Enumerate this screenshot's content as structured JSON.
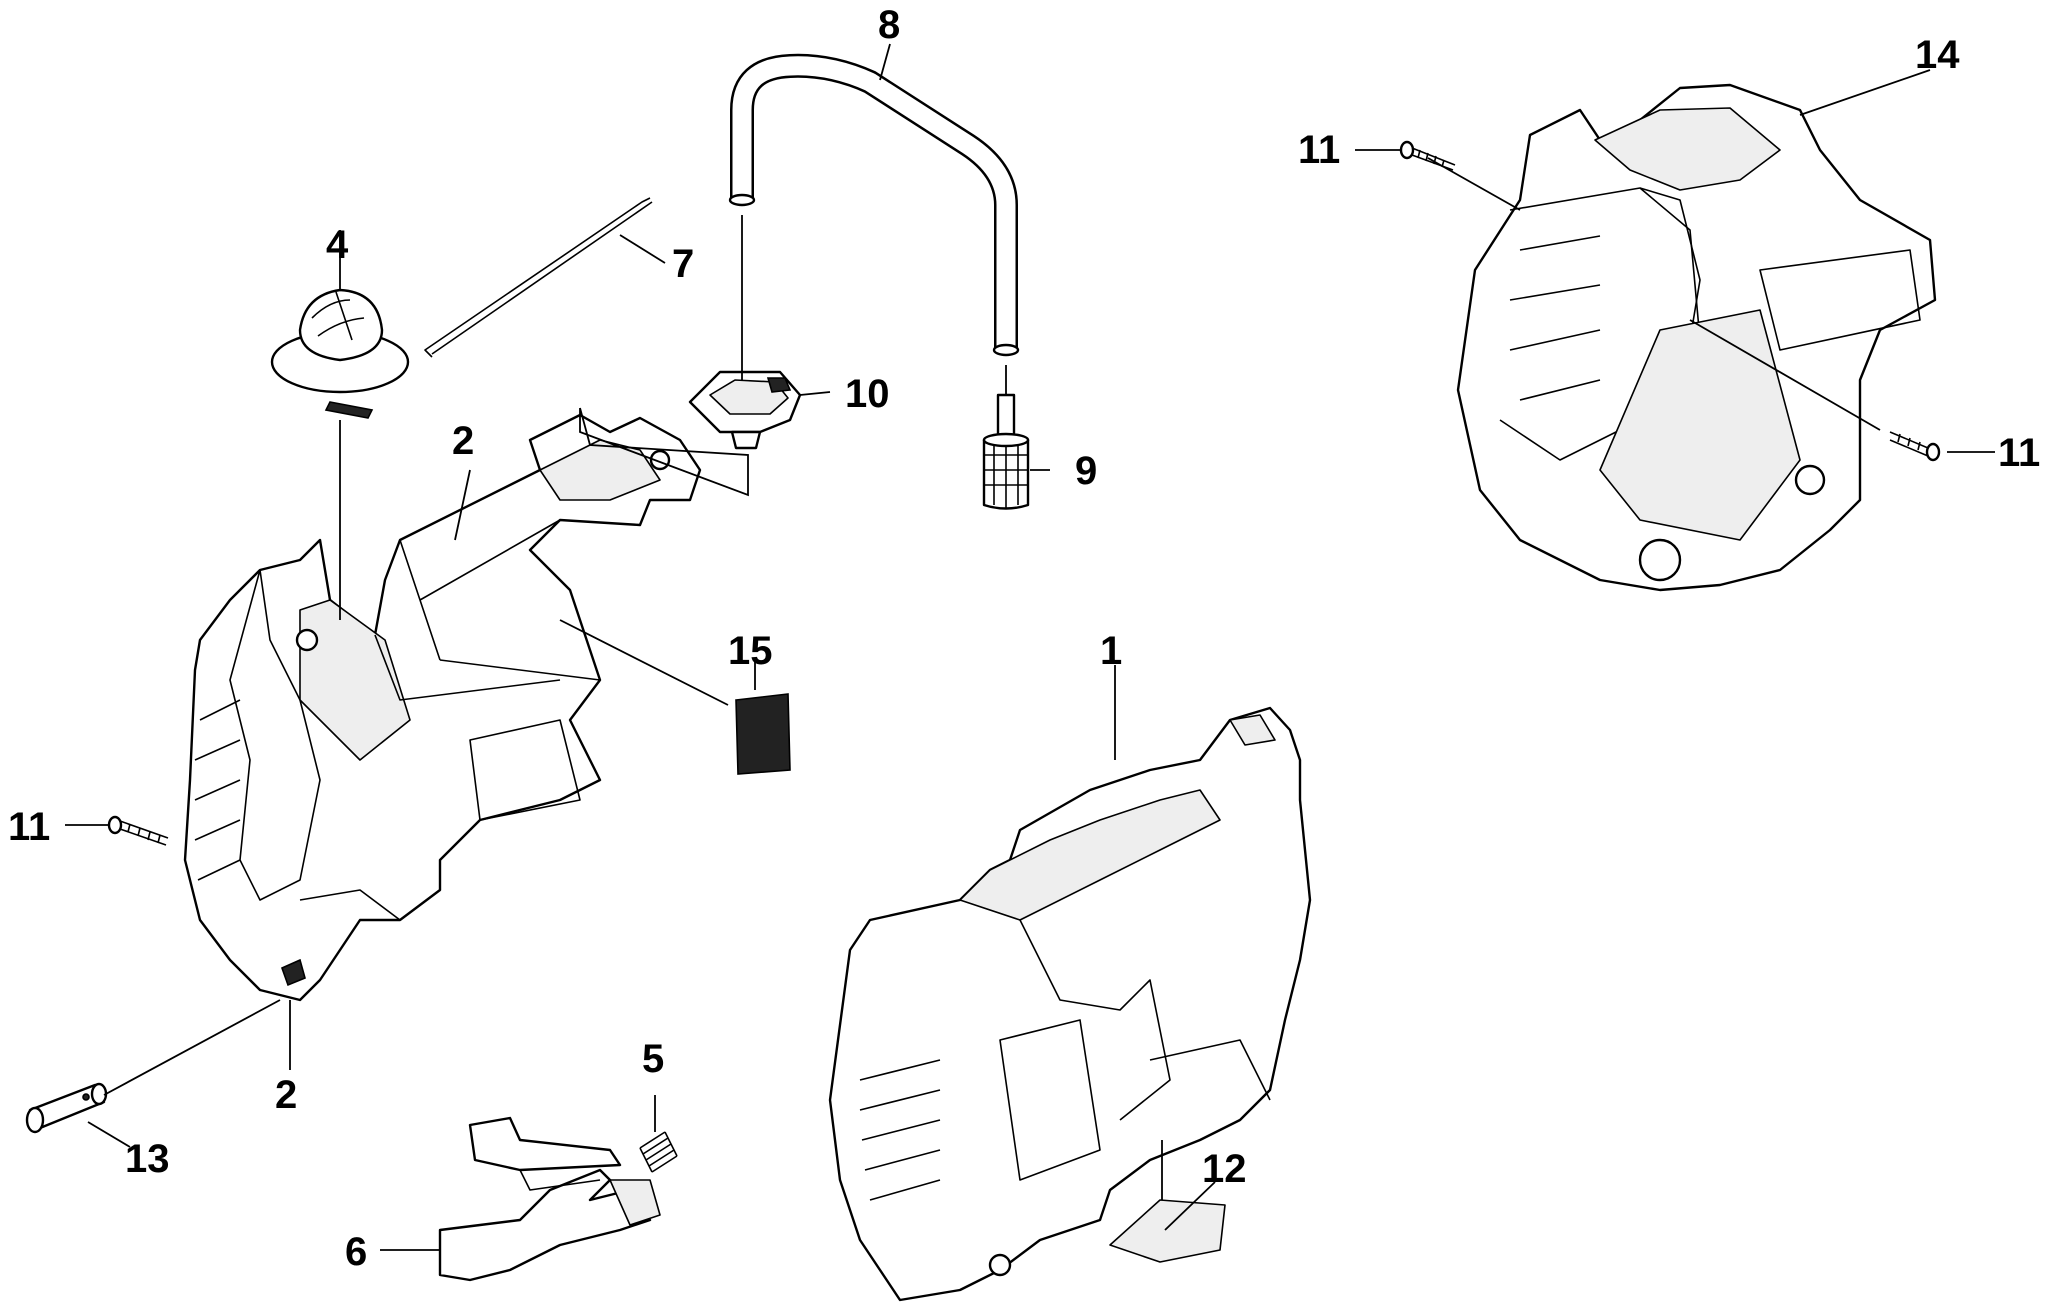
{
  "diagram": {
    "labels": {
      "part_1": "1",
      "part_2_upper": "2",
      "part_2_lower": "2",
      "part_4": "4",
      "part_5": "5",
      "part_6": "6",
      "part_7": "7",
      "part_8": "8",
      "part_9": "9",
      "part_10": "10",
      "part_11_upper_left": "11",
      "part_11_upper_right": "11",
      "part_11_left": "11",
      "part_12": "12",
      "part_13": "13",
      "part_14": "14",
      "part_15": "15"
    }
  }
}
